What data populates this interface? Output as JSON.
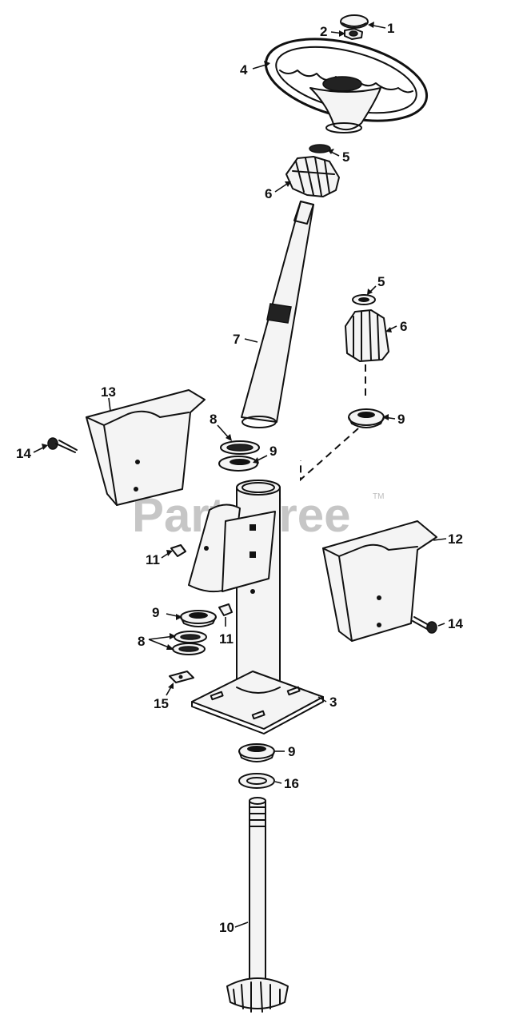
{
  "watermark": {
    "text": "PartsTree",
    "trademark": "TM"
  },
  "callouts": {
    "c1": "1",
    "c2": "2",
    "c4": "4",
    "c5a": "5",
    "c6a": "6",
    "c5b": "5",
    "c6b": "6",
    "c7": "7",
    "c9a": "9",
    "c13": "13",
    "c8a": "8",
    "c9b": "9",
    "c14a": "14",
    "c11a": "11",
    "c12": "12",
    "c9c": "9",
    "c11b": "11",
    "c8b": "8",
    "c14b": "14",
    "c15": "15",
    "c3": "3",
    "c9d": "9",
    "c16": "16",
    "c10": "10"
  }
}
